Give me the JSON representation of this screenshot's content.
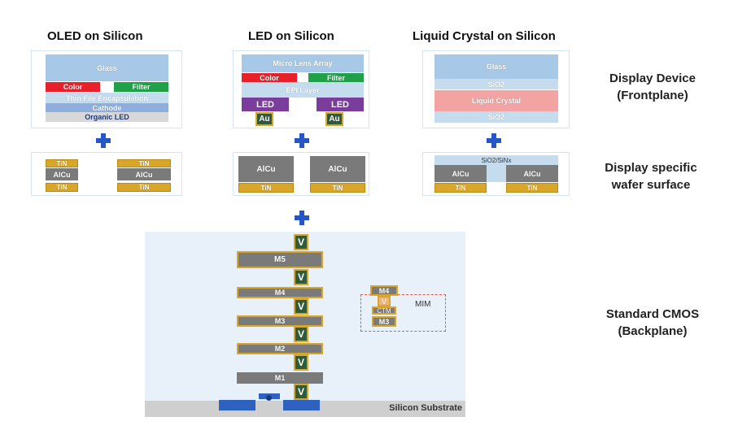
{
  "columns": {
    "oled": "OLED on Silicon",
    "led": "LED on Silicon",
    "lcos": "Liquid Crystal on Silicon"
  },
  "row_labels": {
    "frontplane_line1": "Display Device",
    "frontplane_line2": "(Frontplane)",
    "surface_line1": "Display specific",
    "surface_line2": "wafer surface",
    "backplane_line1": "Standard CMOS",
    "backplane_line2": "(Backplane)"
  },
  "oled_stack": {
    "glass": "Glass",
    "color": "Color",
    "filter": "Filter",
    "tfe": "Thin File Encapsulation",
    "cathode": "Cathode",
    "organic_led": "Organic LED"
  },
  "led_stack": {
    "mla": "Micro Lens Array",
    "color": "Color",
    "filter": "Filter",
    "epi": "EPI Layer",
    "led_left": "LED",
    "led_right": "LED",
    "au_left": "Au",
    "au_right": "Au"
  },
  "lcos_stack": {
    "glass": "Glass",
    "sio2_top": "SiO2",
    "liquid_crystal": "Liquid Crystal",
    "sio2_bottom": "SiO2"
  },
  "oled_surface": {
    "tin": "TiN",
    "alcu": "AlCu"
  },
  "led_surface": {
    "alcu": "AlCu",
    "tin": "TiN"
  },
  "lcos_surface": {
    "sio2_sinx": "SiO2/SiNx",
    "alcu": "AlCu",
    "tin": "TiN"
  },
  "backplane": {
    "via": "V",
    "metals": [
      "M5",
      "M4",
      "M3",
      "M2",
      "M1"
    ],
    "mim_m4": "M4",
    "mim_v": "V",
    "ctm": "CTM",
    "mim_m3": "M3",
    "mim_label": "MIM",
    "substrate": "Silicon Substrate"
  },
  "colors": {
    "glass": "#a8c8e8",
    "light_blue": "#c5dcef",
    "color_filter_red": "#e8202a",
    "color_filter_green": "#21a04a",
    "cathode": "#8eaede",
    "organic_led": "#d8d8d8",
    "led_purple": "#7a3d9c",
    "au_green": "#2f5b3a",
    "liquid_crystal": "#f4a3a3",
    "tin_gold": "#d7a62a",
    "alcu_gray": "#7a7a7a",
    "plus_blue": "#2457c5",
    "substrate_gray": "#cfcfcf",
    "diffusion_blue": "#2d62c0"
  }
}
